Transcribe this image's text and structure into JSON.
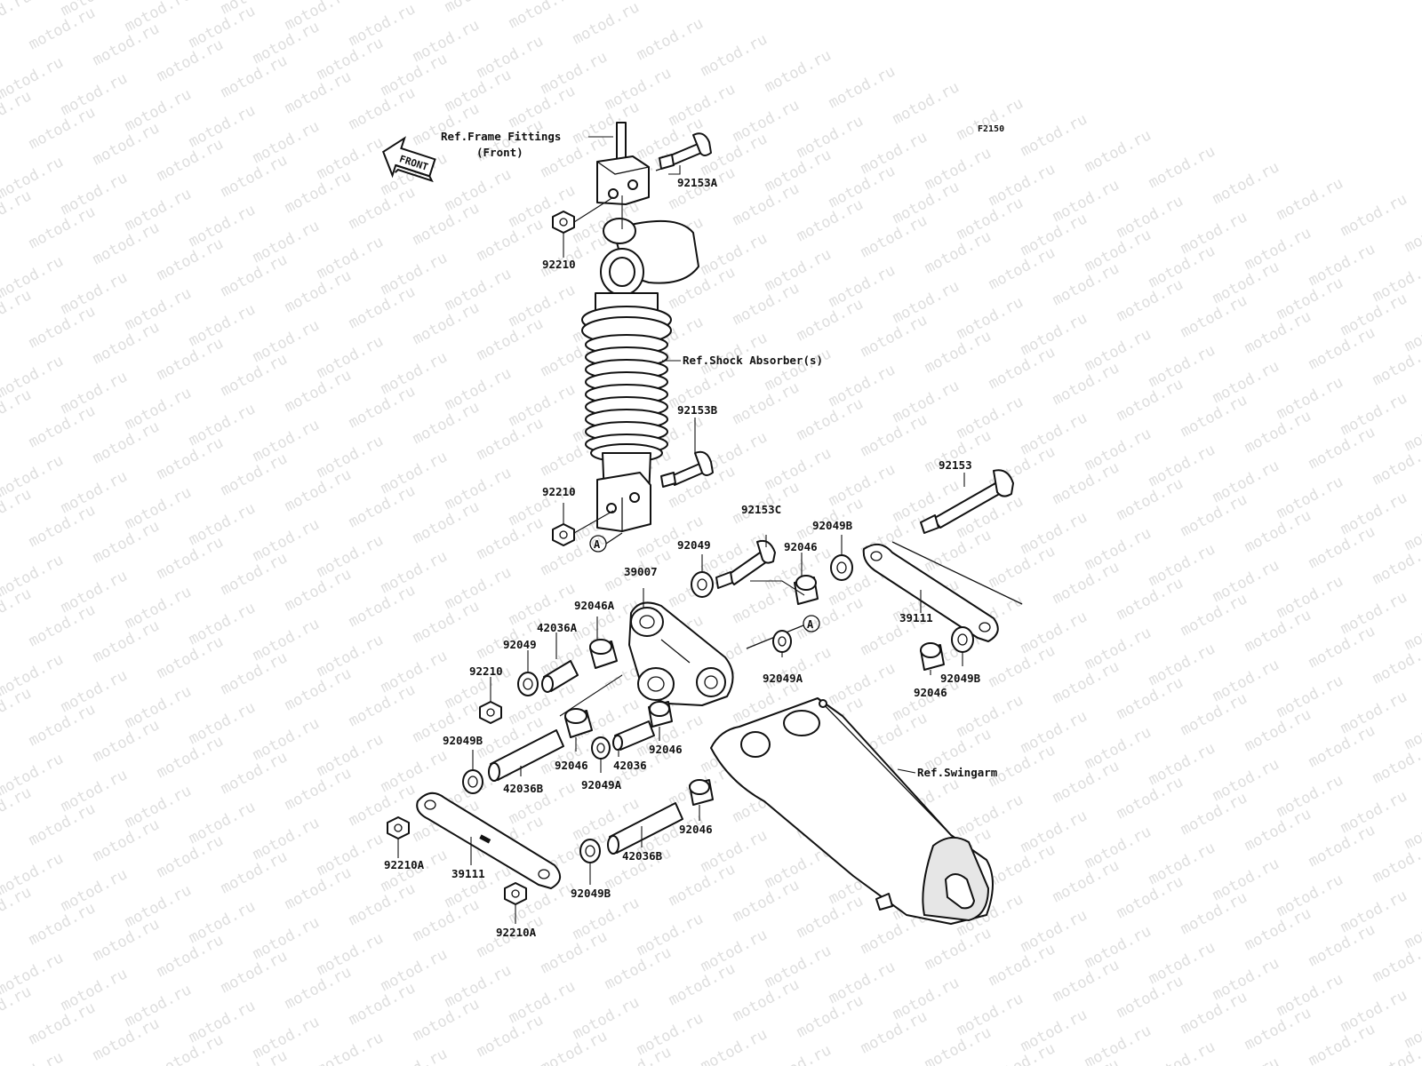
{
  "figure_code": "F2150",
  "watermark": "motod.ru",
  "front_arrow": "FRONT",
  "refs": {
    "frame_fittings_line1": "Ref.Frame Fittings",
    "frame_fittings_line2": "(Front)",
    "shock_absorber": "Ref.Shock Absorber(s)",
    "swingarm": "Ref.Swingarm"
  },
  "callout_marker": "A",
  "parts": [
    {
      "id": "p1",
      "number": "92153A"
    },
    {
      "id": "p2",
      "number": "92210"
    },
    {
      "id": "p3",
      "number": "92153B"
    },
    {
      "id": "p4",
      "number": "92210"
    },
    {
      "id": "p5",
      "number": "92153"
    },
    {
      "id": "p6",
      "number": "92153C"
    },
    {
      "id": "p7",
      "number": "92049B"
    },
    {
      "id": "p8",
      "number": "92049"
    },
    {
      "id": "p9",
      "number": "92046"
    },
    {
      "id": "p10",
      "number": "39007"
    },
    {
      "id": "p11",
      "number": "92046A"
    },
    {
      "id": "p12",
      "number": "39111"
    },
    {
      "id": "p13",
      "number": "42036A"
    },
    {
      "id": "p14",
      "number": "92049"
    },
    {
      "id": "p15",
      "number": "92210"
    },
    {
      "id": "p16",
      "number": "92049A"
    },
    {
      "id": "p17",
      "number": "92049B"
    },
    {
      "id": "p18",
      "number": "92046"
    },
    {
      "id": "p19",
      "number": "92049B"
    },
    {
      "id": "p20",
      "number": "92046"
    },
    {
      "id": "p21",
      "number": "42036"
    },
    {
      "id": "p22",
      "number": "92046"
    },
    {
      "id": "p23",
      "number": "42036B"
    },
    {
      "id": "p24",
      "number": "92049A"
    },
    {
      "id": "p25",
      "number": "92046"
    },
    {
      "id": "p26",
      "number": "92210A"
    },
    {
      "id": "p27",
      "number": "39111"
    },
    {
      "id": "p28",
      "number": "42036B"
    },
    {
      "id": "p29",
      "number": "92049B"
    },
    {
      "id": "p30",
      "number": "92210A"
    }
  ]
}
